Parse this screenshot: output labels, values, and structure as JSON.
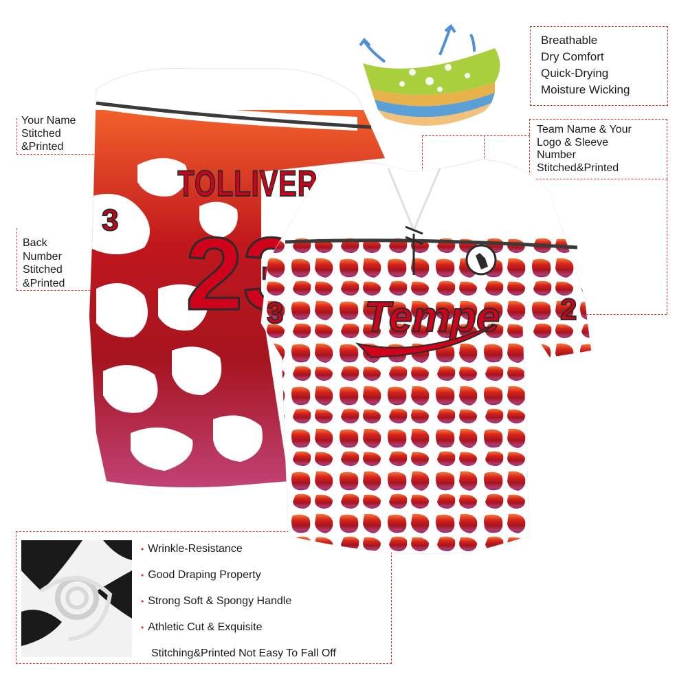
{
  "callouts": {
    "name": "Your Name\nStitched\n&Printed",
    "number": "Back\nNumber\nStitched\n&Printed",
    "fabric": "Breathable\nDry Comfort\nQuick-Drying\nMoisture Wicking",
    "team": "Team Name & Your\nLogo & Sleeve\nNumber\nStitched&Printed"
  },
  "features": [
    "Wrinkle-Resistance",
    "Good Draping Property",
    "Strong Soft & Spongy Handle",
    "Athletic Cut & Exquisite"
  ],
  "features_footer": "Stitching&Printed Not Easy To Fall Off",
  "jersey": {
    "back_name": "TOLLIVER",
    "number": "23",
    "sleeve_number_left": "3",
    "sleeve_number_right": "2",
    "chest_sleeve_number": "3",
    "team_script": "Tempe"
  },
  "colors": {
    "accent_red": "#d0021b",
    "outline": "#2b2b2b",
    "dashed_line": "#d6322f"
  },
  "icons": {
    "fabric_layers": "fabric-layers-icon",
    "logo_badge": "hand-pointer-icon",
    "fabric_swatch": "fabric-swirl-icon"
  }
}
